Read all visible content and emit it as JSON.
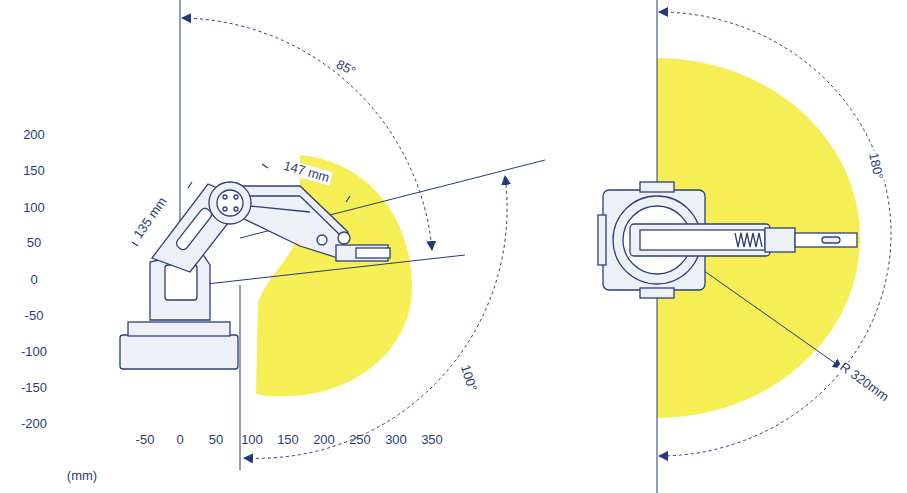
{
  "diagram": {
    "labels": [
      "85°",
      "135 mm",
      "147 mm",
      "100°",
      "200",
      "150",
      "100",
      "50",
      "0",
      "-50",
      "-100",
      "-150",
      "-200",
      "-50",
      "0",
      "50",
      "100",
      "150",
      "200",
      "250",
      "300",
      "350",
      "(mm)",
      "180°",
      "R 320mm"
    ]
  }
}
